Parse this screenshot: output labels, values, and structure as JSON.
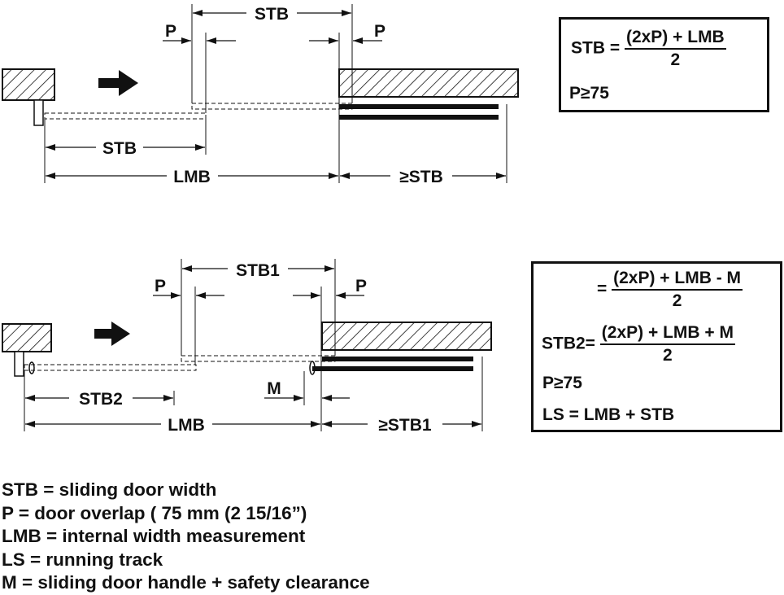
{
  "diagram1": {
    "labels": {
      "stb_top": "STB",
      "p_left": "P",
      "p_right": "P",
      "stb_bottom": "STB",
      "lmb": "LMB",
      "ge_stb": "≥STB"
    },
    "formula": {
      "lhs": "STB =",
      "numerator": "(2xP) + LMB",
      "denominator": "2",
      "condition": "P≥75"
    }
  },
  "diagram2": {
    "labels": {
      "stb1_top": "STB1",
      "p_left": "P",
      "p_right": "P",
      "stb2": "STB2",
      "m": "M",
      "lmb": "LMB",
      "ge_stb1": "≥STB1"
    },
    "formula": {
      "eq1_lhs": "=",
      "eq1_numerator": "(2xP) + LMB - M",
      "eq1_denominator": "2",
      "eq2_lhs": "STB2=",
      "eq2_numerator": "(2xP) + LMB + M",
      "eq2_denominator": "2",
      "condition": "P≥75",
      "ls": "LS = LMB + STB"
    }
  },
  "legend": [
    "STB = sliding door width",
    "P = door overlap (   75 mm (2 15/16”)",
    "LMB = internal width measurement",
    "LS = running track",
    "M = sliding door handle + safety clearance"
  ]
}
